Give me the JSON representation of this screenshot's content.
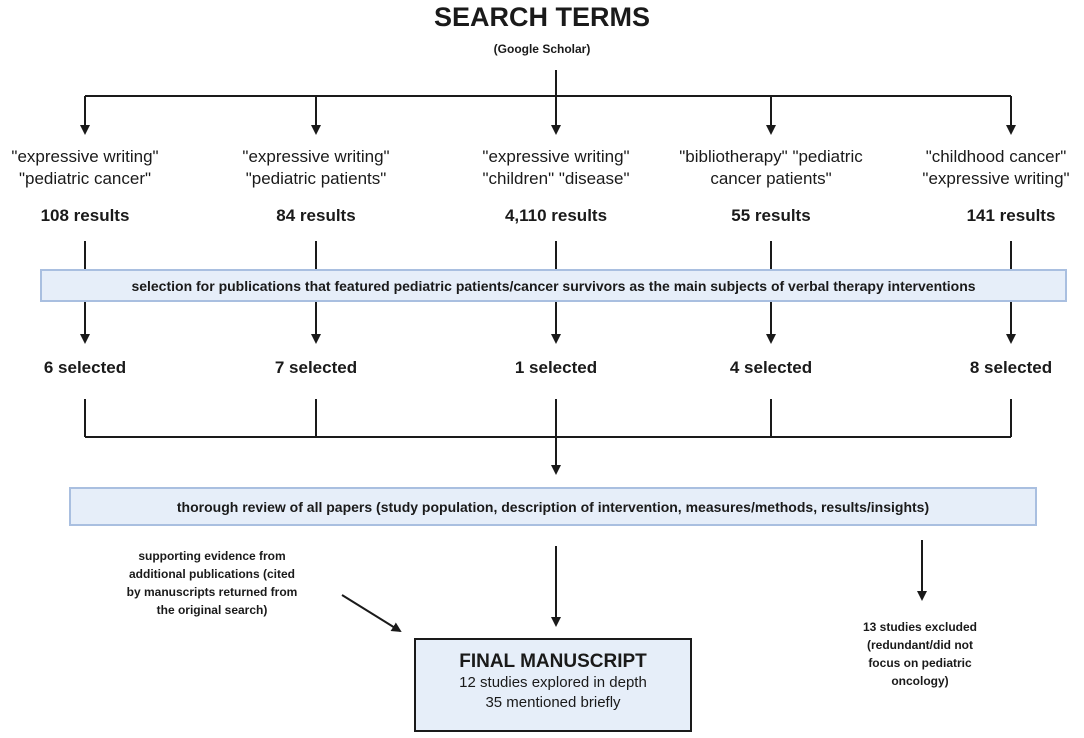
{
  "header": {
    "title": "SEARCH TERMS",
    "subtitle": "(Google Scholar)"
  },
  "columns": [
    {
      "terms_line1": "\"expressive writing\"",
      "terms_line2": "\"pediatric cancer\"",
      "results": "108 results",
      "selected": "6 selected"
    },
    {
      "terms_line1": "\"expressive writing\"",
      "terms_line2": "\"pediatric patients\"",
      "results": "84 results",
      "selected": "7 selected"
    },
    {
      "terms_line1": "\"expressive writing\"",
      "terms_line2": "\"children\" \"disease\"",
      "results": "4,110 results",
      "selected": "1 selected"
    },
    {
      "terms_line1": "\"bibliotherapy\" \"pediatric",
      "terms_line2": "cancer patients\"",
      "results": "55 results",
      "selected": "4 selected"
    },
    {
      "terms_line1": "\"childhood cancer\"",
      "terms_line2": "\"expressive writing\"",
      "results": "141 results",
      "selected": "8 selected"
    }
  ],
  "selection_box": "selection for publications that featured pediatric patients/cancer survivors as the main subjects of verbal therapy interventions",
  "review_box": "thorough review of all papers (study population, description of intervention, measures/methods, results/insights)",
  "supporting": {
    "line1": "supporting evidence from",
    "line2": "additional publications (cited",
    "line3": "by manuscripts returned from",
    "line4": "the original search)"
  },
  "excluded": {
    "line1": "13 studies excluded",
    "line2": "(redundant/did not",
    "line3": "focus on pediatric",
    "line4": "oncology)"
  },
  "final": {
    "heading": "FINAL MANUSCRIPT",
    "line1": "12 studies explored in depth",
    "line2": "35 mentioned briefly"
  },
  "colors": {
    "box_fill": "#e6eef9",
    "box_border": "#a9bfe0",
    "line": "#1a1a1a"
  }
}
